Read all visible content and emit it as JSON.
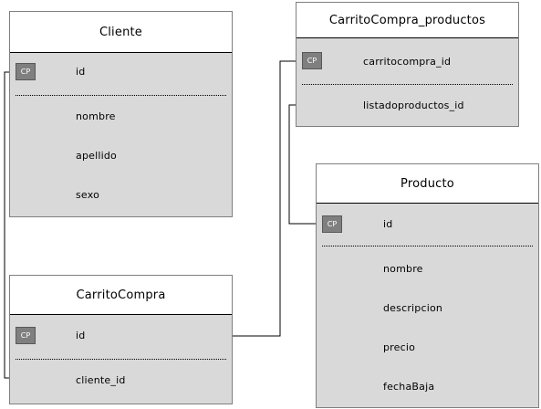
{
  "key_badge": "CP",
  "entities": {
    "cliente": {
      "title": "Cliente",
      "key_field": "id",
      "fields": [
        "nombre",
        "apellido",
        "sexo"
      ]
    },
    "carrito_compra_productos": {
      "title": "CarritoCompra_productos",
      "key_field": "carritocompra_id",
      "fields": [
        "listadoproductos_id"
      ]
    },
    "producto": {
      "title": "Producto",
      "key_field": "id",
      "fields": [
        "nombre",
        "descripcion",
        "precio",
        "fechaBaja"
      ]
    },
    "carrito_compra": {
      "title": "CarritoCompra",
      "key_field": "id",
      "fields": [
        "cliente_id"
      ]
    }
  },
  "colors": {
    "entity_body": "#d9d9d9",
    "header": "#ffffff",
    "key_badge": "#7f7f7f",
    "border": "#7f7f7f"
  }
}
